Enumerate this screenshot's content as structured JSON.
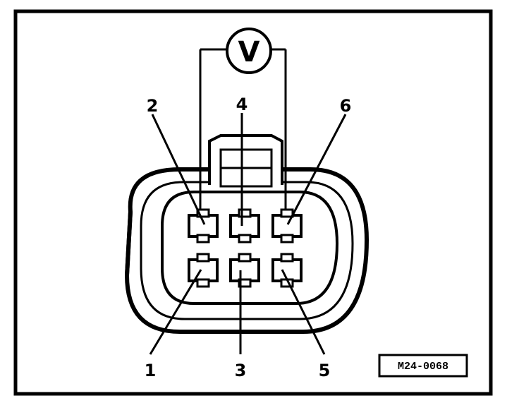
{
  "meter": {
    "symbol": "V"
  },
  "pins": [
    {
      "label": "1"
    },
    {
      "label": "2"
    },
    {
      "label": "3"
    },
    {
      "label": "4"
    },
    {
      "label": "5"
    },
    {
      "label": "6"
    }
  ],
  "reference_code": "M24-0068"
}
